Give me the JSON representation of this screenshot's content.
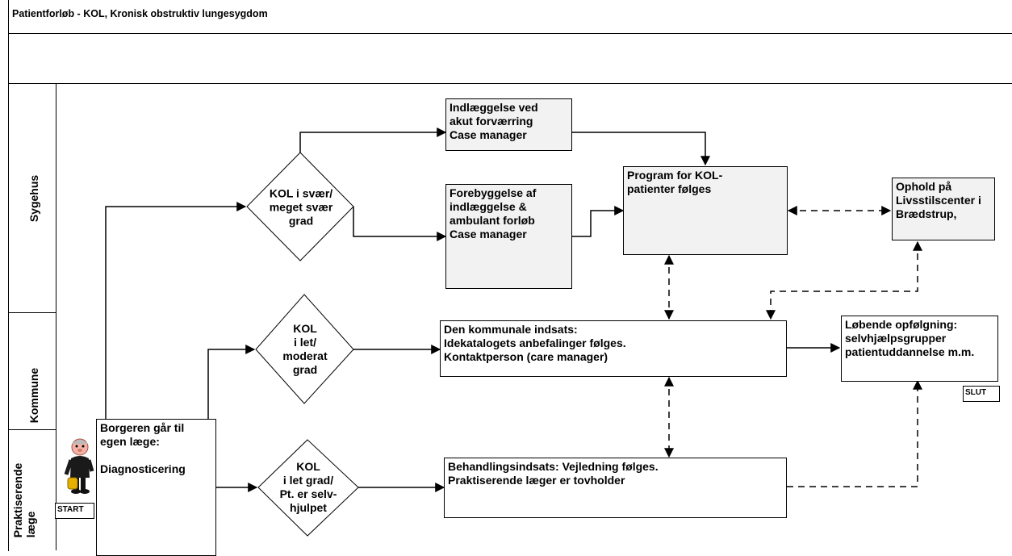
{
  "title": "Patientforløb - KOL, Kronisk obstruktiv lungesygdom",
  "lanes": {
    "sygehus": "Sygehus",
    "kommune": "Kommune",
    "praktiserende_line1": "Praktiserende",
    "praktiserende_line2": "læge"
  },
  "boxes": {
    "indlaeggelse": [
      "Indlæggelse ved",
      "akut forværring",
      "Case manager"
    ],
    "forebyggelse": [
      "Forebyggelse af",
      "indlæggelse &",
      "ambulant forløb",
      "Case manager"
    ],
    "program": [
      "Program for KOL-",
      "patienter følges"
    ],
    "ophold": [
      "Ophold på",
      "Livsstilscenter i",
      "Brædstrup,"
    ],
    "kommunale": [
      "Den kommunale indsats:",
      "Idekatalogets anbefalinger følges.",
      "Kontaktperson (care manager)"
    ],
    "opfoelgning": [
      "Løbende opfølgning:",
      "selvhjælpsgrupper",
      "patientuddannelse m.m."
    ],
    "borgeren": [
      "Borgeren går til",
      "egen læge:",
      "",
      "Diagnosticering"
    ],
    "behandling": [
      "Behandlingsindsats: Vejledning følges.",
      "Praktiserende læger er tovholder"
    ]
  },
  "decisions": {
    "svaer": [
      "KOL i svær/",
      "meget svær",
      "grad"
    ],
    "moderat": [
      "KOL",
      "i let/",
      "moderat",
      "grad"
    ],
    "let": [
      "KOL",
      "i let grad/",
      "Pt. er selv-",
      "hjulpet"
    ]
  },
  "tags": {
    "start": "START",
    "slut": "SLUT"
  },
  "icons": {
    "person": "person-figure-icon"
  }
}
